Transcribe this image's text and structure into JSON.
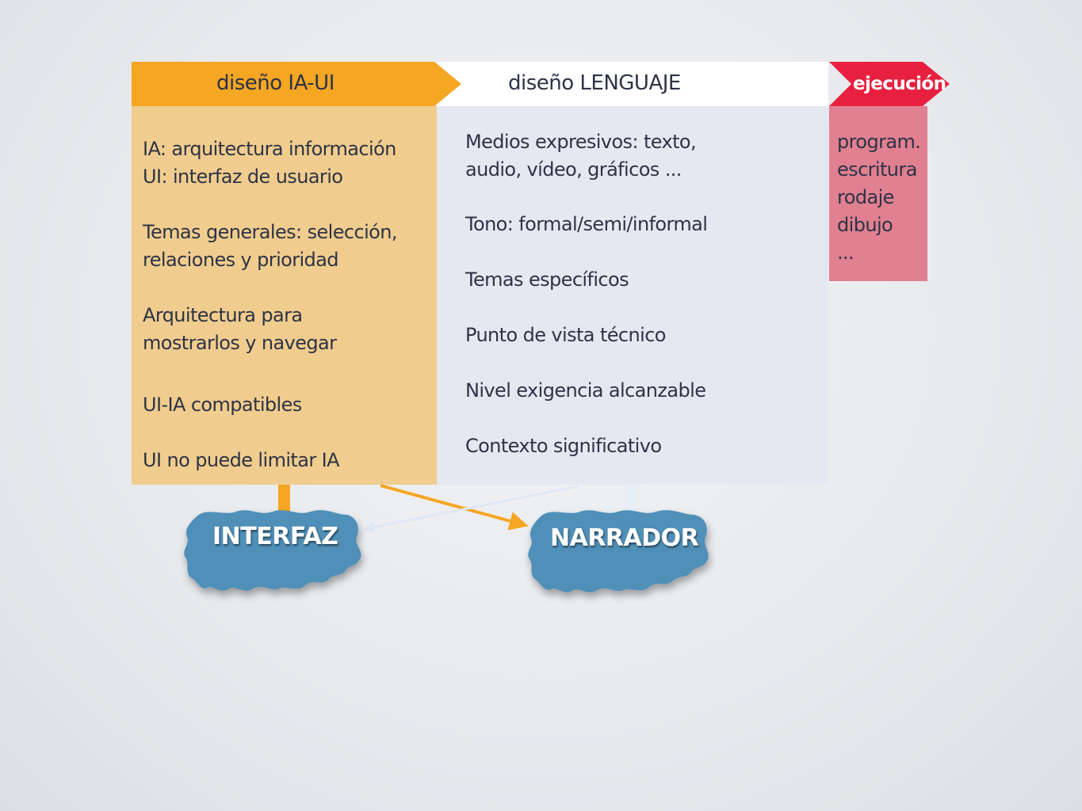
{
  "colors": {
    "orange": "#f5a623",
    "orange_light": "#f0cd8e",
    "blue_light": "#e4e9f1",
    "red": "#e8203f",
    "pink": "#e08090",
    "cloud": "#4f8fb8",
    "text": "#2e3346"
  },
  "col1": {
    "header": "diseño IA-UI",
    "items": [
      "IA: arquitectura información\nUI: interfaz de usuario",
      "Temas generales: selección,\nrelaciones y prioridad",
      "Arquitectura para\nmostrarlos y navegar",
      "UI-IA compatibles",
      "UI no puede limitar IA"
    ]
  },
  "col2": {
    "header": "diseño LENGUAJE",
    "items": [
      "Medios expresivos: texto,\naudio, vídeo, gráficos ...",
      "Tono: formal/semi/informal",
      "Temas específicos",
      "Punto de vista técnico",
      "Nivel exigencia alcanzable",
      "Contexto significativo"
    ]
  },
  "col3": {
    "header": "ejecución",
    "items": "program.\nescritura\nrodaje\ndibujo\n..."
  },
  "clouds": {
    "left": "INTERFAZ",
    "right": "NARRADOR"
  }
}
